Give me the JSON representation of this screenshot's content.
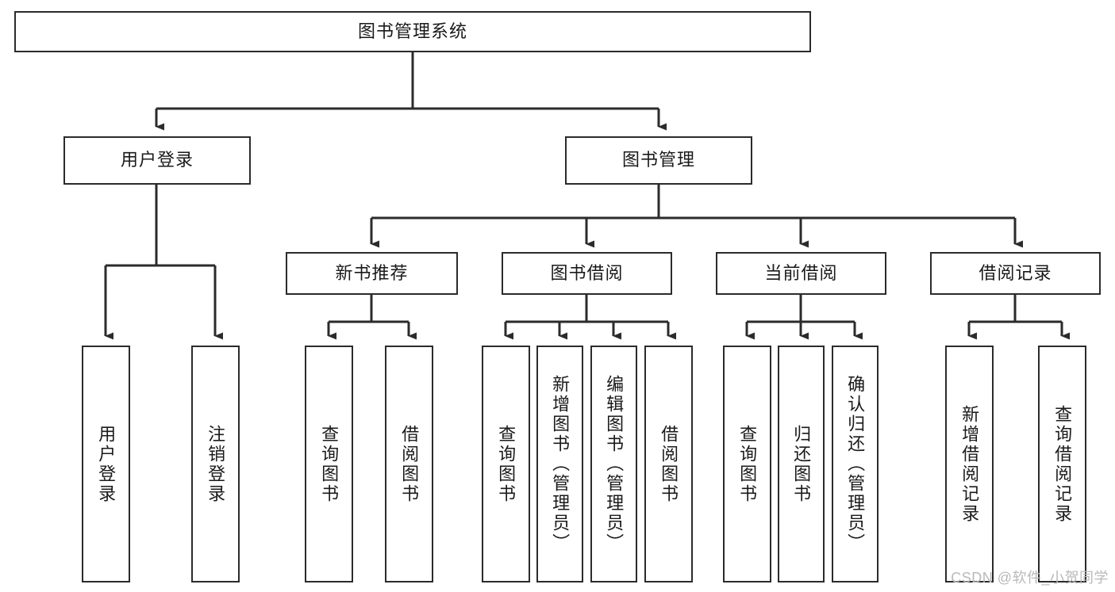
{
  "diagram": {
    "type": "tree",
    "title": "图书管理系统",
    "orientation": "top-down",
    "colors": {
      "box_border": "#2b2b2b",
      "box_fill": "#ffffff",
      "connector": "#2b2b2b",
      "text": "#1a1a1a",
      "watermark": "#b9b9b9"
    },
    "nodes": {
      "root": {
        "label": "图书管理系统",
        "level": 0,
        "text_direction": "horizontal"
      },
      "l1": [
        {
          "id": "user-login",
          "label": "用户登录",
          "level": 1,
          "text_direction": "horizontal"
        },
        {
          "id": "book-manage",
          "label": "图书管理",
          "level": 1,
          "text_direction": "horizontal"
        }
      ],
      "l2": [
        {
          "id": "new-book-recommend",
          "label": "新书推荐",
          "level": 2,
          "text_direction": "horizontal"
        },
        {
          "id": "book-borrow",
          "label": "图书借阅",
          "level": 2,
          "text_direction": "horizontal"
        },
        {
          "id": "current-borrow",
          "label": "当前借阅",
          "level": 2,
          "text_direction": "horizontal"
        },
        {
          "id": "borrow-record",
          "label": "借阅记录",
          "level": 2,
          "text_direction": "horizontal"
        }
      ],
      "leaves": [
        {
          "id": "leaf-user-login",
          "label": "用户登录",
          "parent": "user-login",
          "text_direction": "vertical"
        },
        {
          "id": "leaf-user-logout",
          "label": "注销登录",
          "parent": "user-login",
          "text_direction": "vertical"
        },
        {
          "id": "leaf-query-book-1",
          "label": "查询图书",
          "parent": "new-book-recommend",
          "text_direction": "vertical"
        },
        {
          "id": "leaf-borrow-book-1",
          "label": "借阅图书",
          "parent": "new-book-recommend",
          "text_direction": "vertical"
        },
        {
          "id": "leaf-query-book-2",
          "label": "查询图书",
          "parent": "book-borrow",
          "text_direction": "vertical"
        },
        {
          "id": "leaf-add-book",
          "label": "新增图书（管理员）",
          "parent": "book-borrow",
          "text_direction": "vertical"
        },
        {
          "id": "leaf-edit-book",
          "label": "编辑图书（管理员）",
          "parent": "book-borrow",
          "text_direction": "vertical"
        },
        {
          "id": "leaf-borrow-book-2",
          "label": "借阅图书",
          "parent": "book-borrow",
          "text_direction": "vertical"
        },
        {
          "id": "leaf-query-book-3",
          "label": "查询图书",
          "parent": "current-borrow",
          "text_direction": "vertical"
        },
        {
          "id": "leaf-return-book",
          "label": "归还图书",
          "parent": "current-borrow",
          "text_direction": "vertical"
        },
        {
          "id": "leaf-confirm-return",
          "label": "确认归还（管理员）",
          "parent": "current-borrow",
          "text_direction": "vertical"
        },
        {
          "id": "leaf-add-record",
          "label": "新增借阅记录",
          "parent": "borrow-record",
          "text_direction": "vertical"
        },
        {
          "id": "leaf-query-record",
          "label": "查询借阅记录",
          "parent": "borrow-record",
          "text_direction": "vertical"
        }
      ]
    }
  },
  "watermark": {
    "text": "CSDN @软件_小贺同学"
  }
}
